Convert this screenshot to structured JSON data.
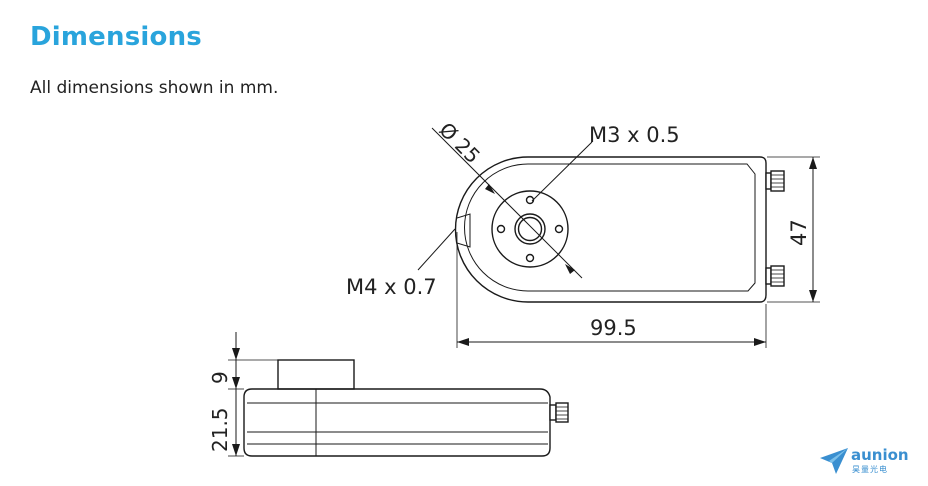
{
  "header": {
    "title": "Dimensions",
    "subtitle": "All dimensions shown in mm."
  },
  "top_view": {
    "diameter_label": "Ø 25",
    "thread_small": "M3 x 0.5",
    "thread_large": "M4 x 0.7",
    "height_label": "47",
    "width_label": "99.5"
  },
  "side_view": {
    "boss_height_label": "9",
    "body_height_label": "21.5"
  },
  "logo": {
    "name": "aunion",
    "sub": "昊量光电"
  },
  "colors": {
    "title": "#29a4dc",
    "line": "#1a1a1a",
    "logo": "#3a8fd0"
  }
}
